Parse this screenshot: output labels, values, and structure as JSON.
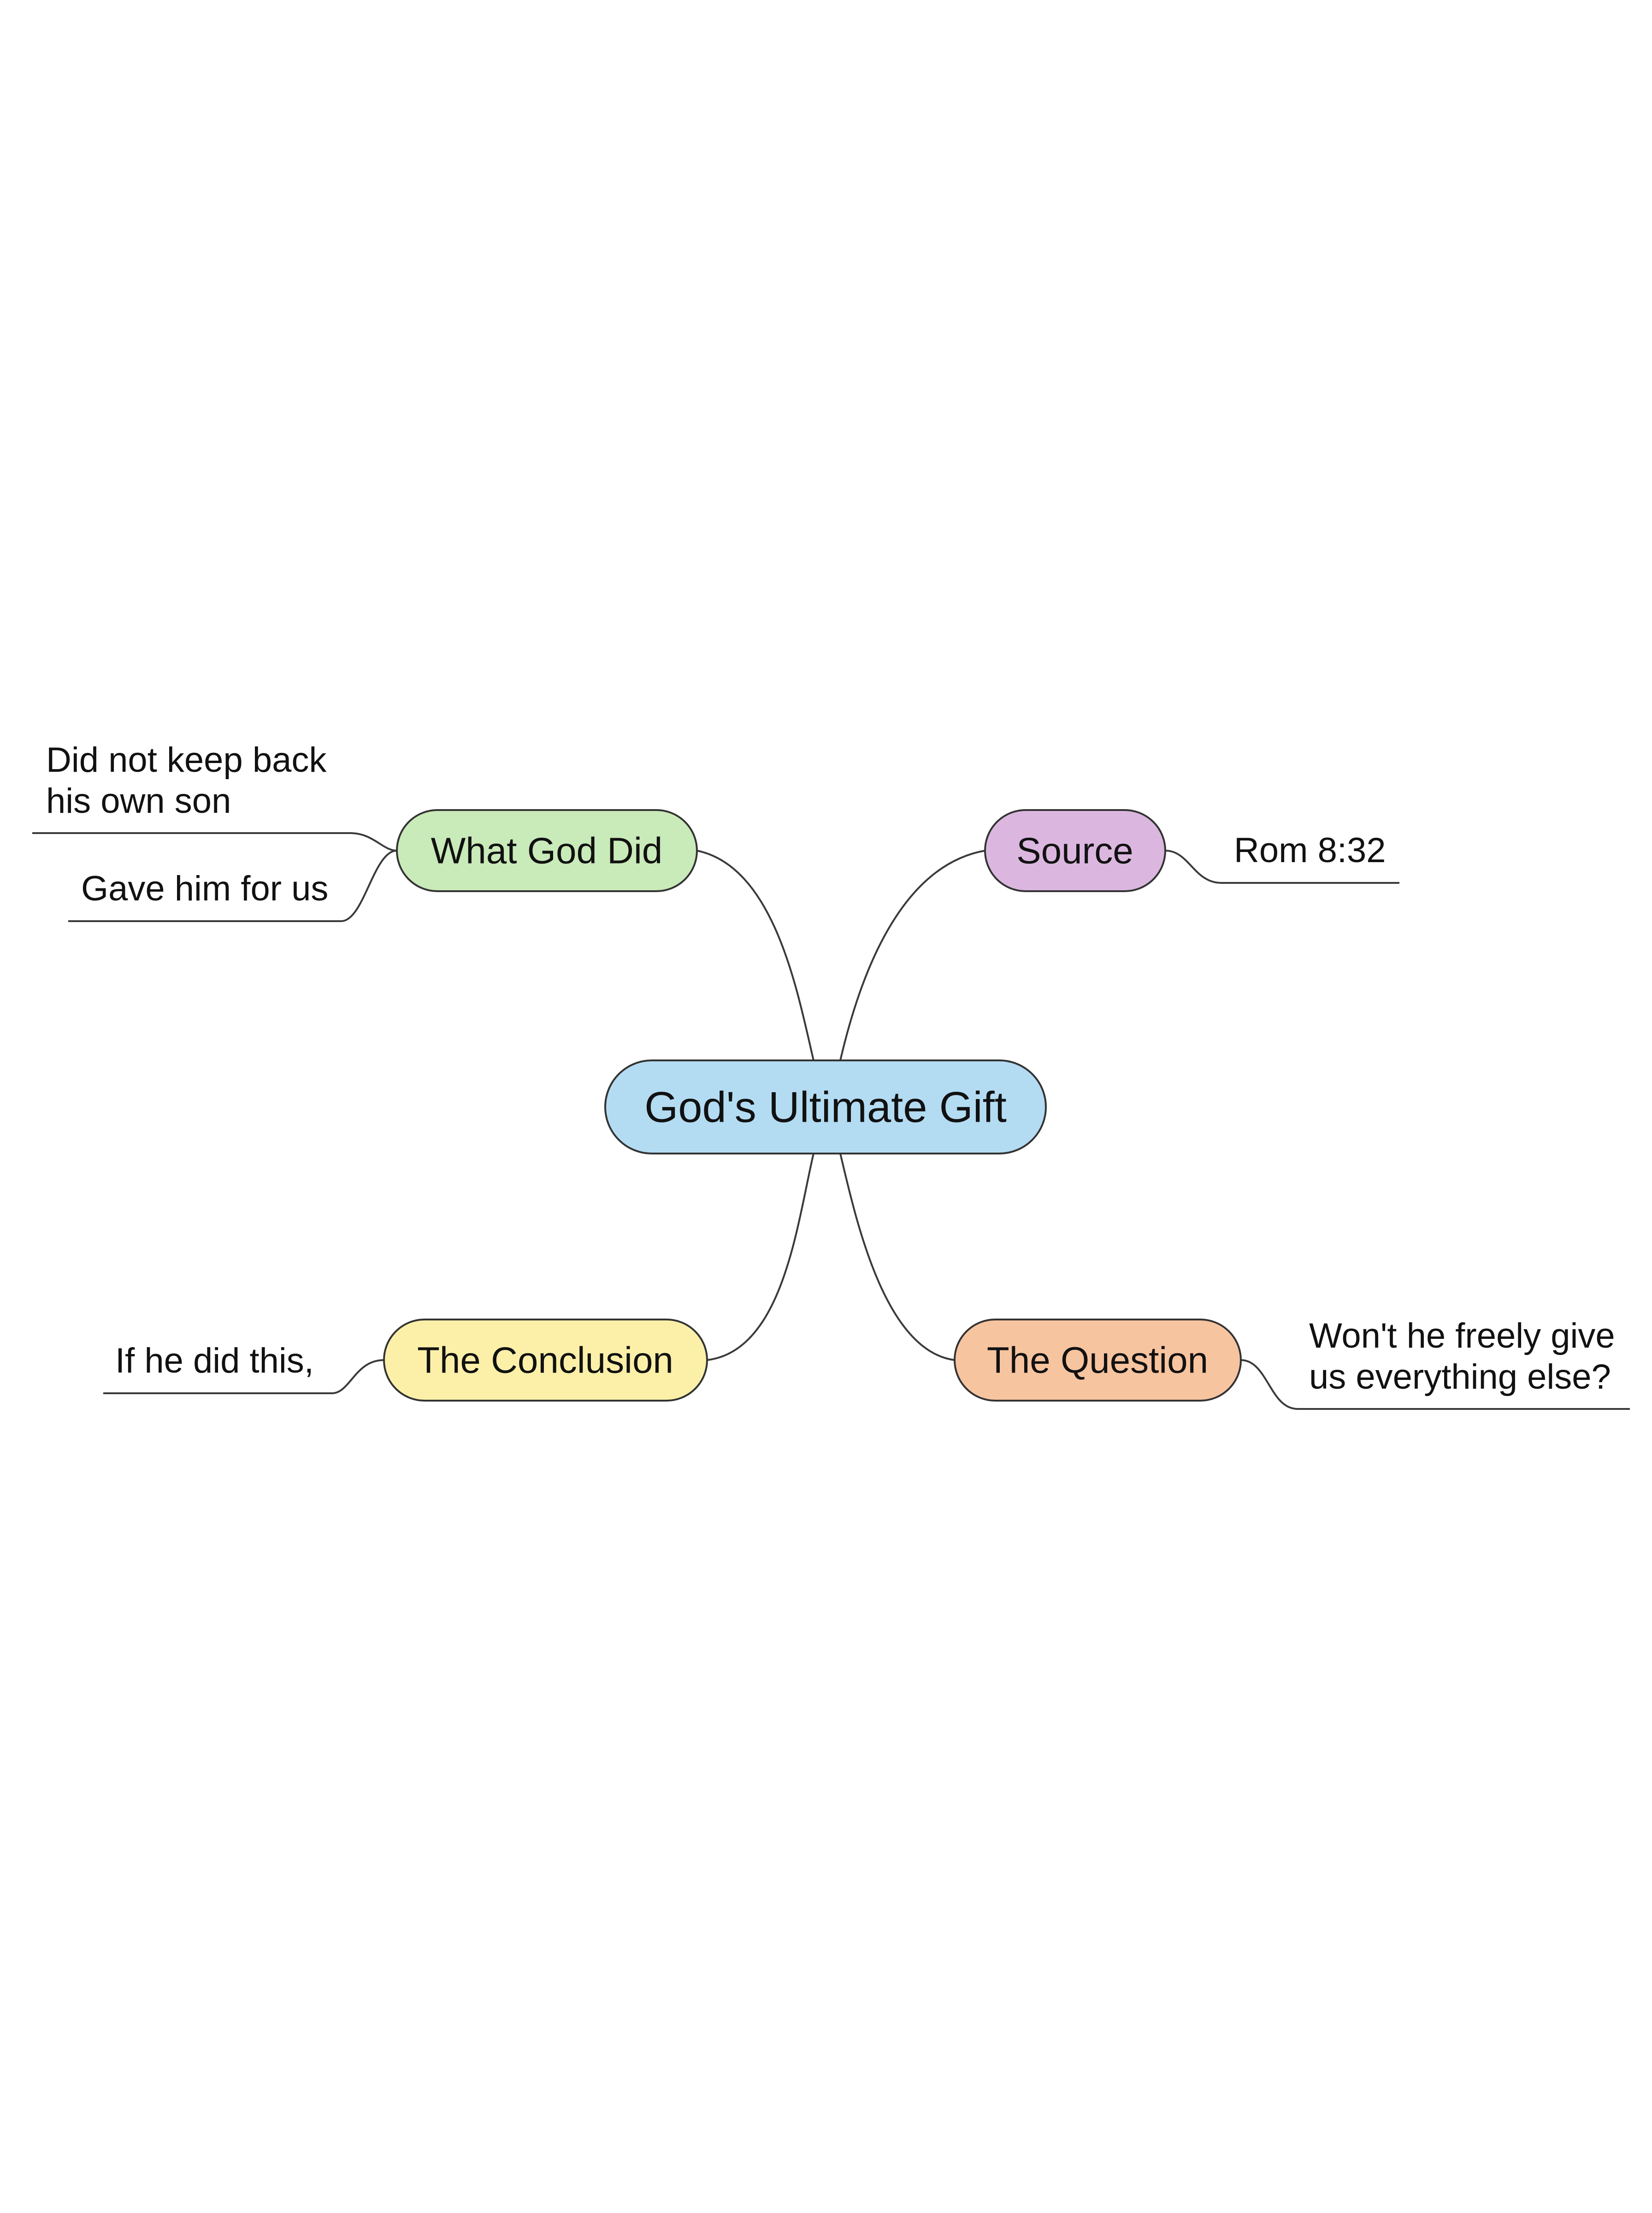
{
  "mindmap": {
    "root": {
      "label": "God's Ultimate Gift",
      "color": "#b3dcf3"
    },
    "branches": {
      "what_god_did": {
        "label": "What God Did",
        "color": "#c9eab9",
        "leaves": [
          [
            "Did not keep back",
            "his own son"
          ],
          [
            "Gave him for us"
          ]
        ]
      },
      "source": {
        "label": "Source",
        "color": "#dbb7e0",
        "leaves": [
          [
            "Rom 8:32"
          ]
        ]
      },
      "conclusion": {
        "label": "The Conclusion",
        "color": "#fcf0a9",
        "leaves": [
          [
            "If he did this,"
          ]
        ]
      },
      "question": {
        "label": "The Question",
        "color": "#f7c4a0",
        "leaves": [
          [
            "Won't he freely give",
            "us everything else?"
          ]
        ]
      }
    }
  }
}
